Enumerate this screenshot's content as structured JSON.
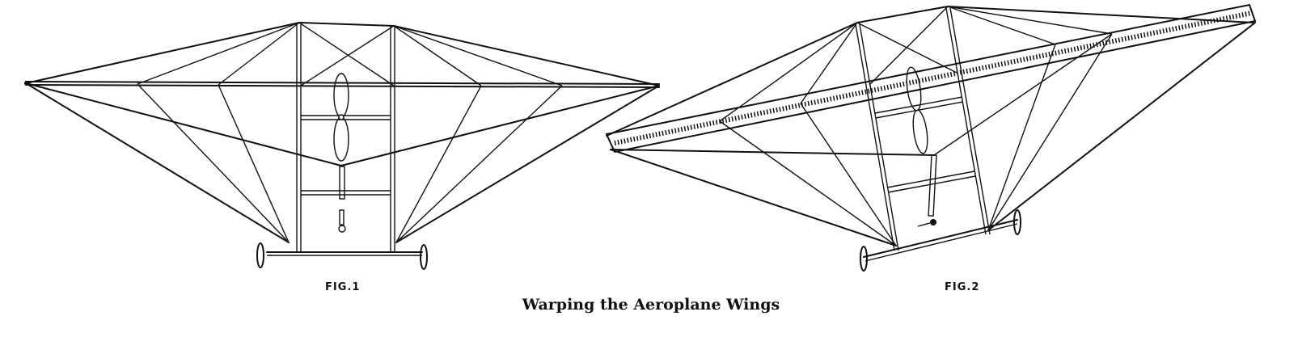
{
  "figures": {
    "fig1": {
      "label": "FIG.1"
    },
    "fig2": {
      "label": "FIG.2"
    }
  },
  "caption": "Warping the Aeroplane Wings"
}
